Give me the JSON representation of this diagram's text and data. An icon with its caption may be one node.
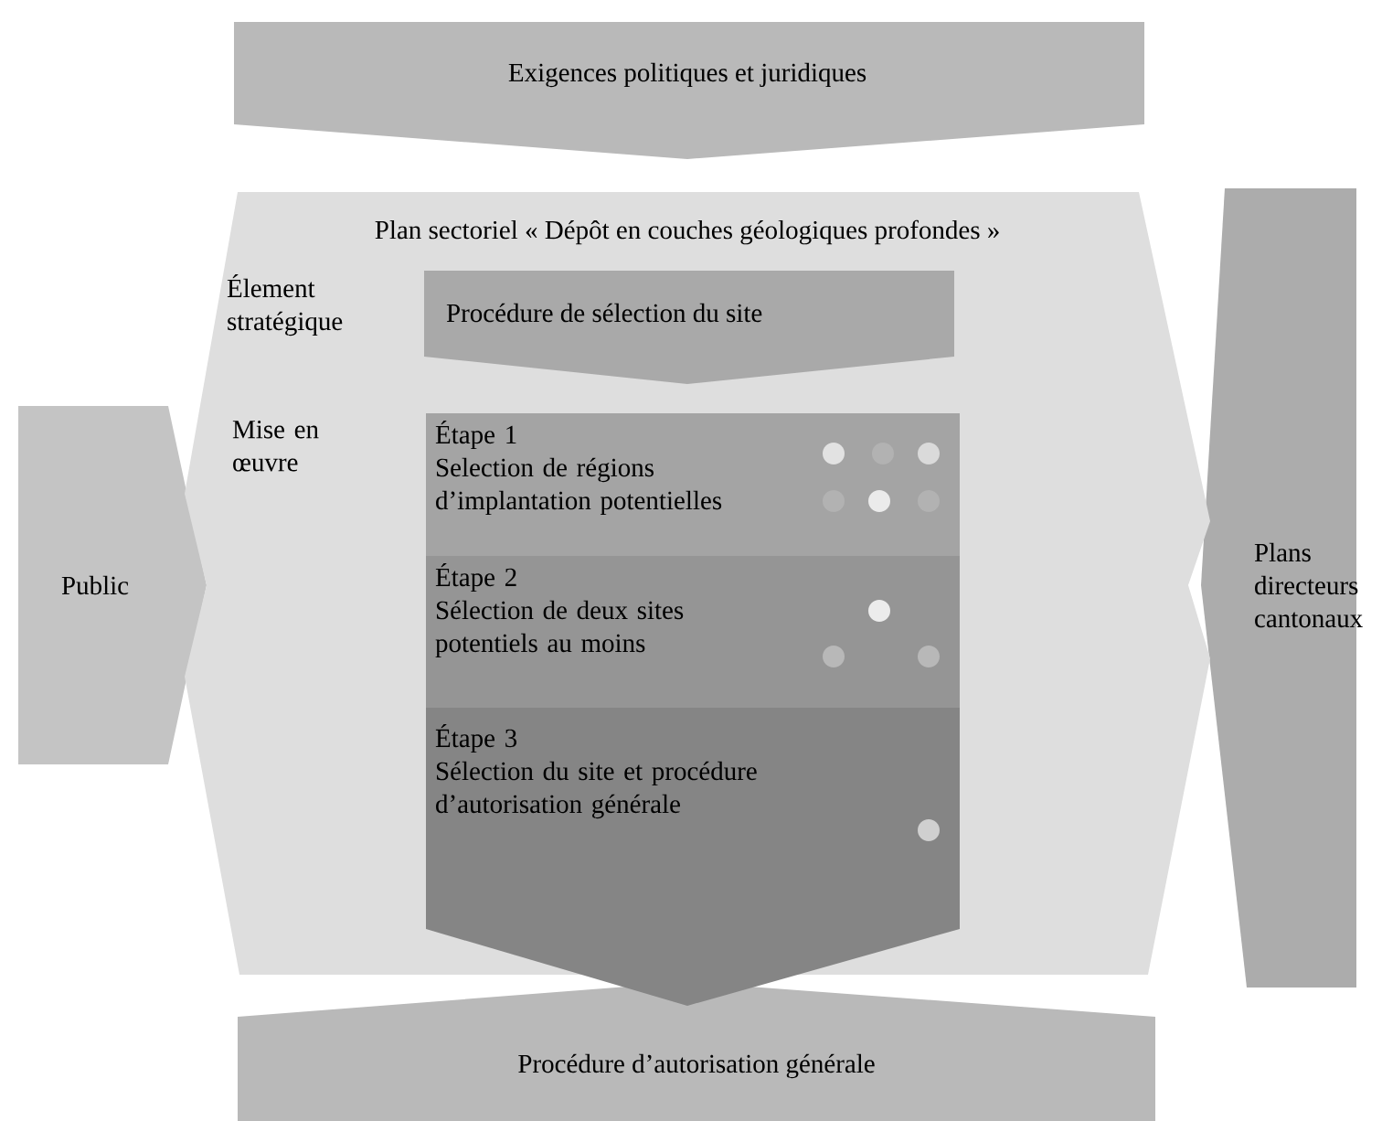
{
  "diagram": {
    "nodes": [
      {
        "text": [
          "Exigences politiques et juridiques"
        ]
      },
      {
        "text": [
          "Plan sectoriel « Dépôt en couches géologiques profondes »",
          "Élement stratégique",
          "Mise en œuvre"
        ]
      },
      {
        "text": [
          "Procédure de sélection du site"
        ],
        "in": 1
      },
      {
        "text": [
          "Étape 1",
          "Selection de régions d’implantation potentielles"
        ],
        "in": 1
      },
      {
        "text": [
          "Étape 2",
          "Sélection de deux sites potentiels au moins"
        ],
        "in": 1
      },
      {
        "text": [
          "Étape 3",
          "Sélection du site et procédure d’autorisation générale"
        ],
        "in": 1
      },
      {
        "text": [
          "Public"
        ]
      },
      {
        "text": [
          "Plans directeurs cantonaux"
        ]
      },
      {
        "text": [
          "Procédure d’autorisation générale"
        ]
      }
    ]
  }
}
